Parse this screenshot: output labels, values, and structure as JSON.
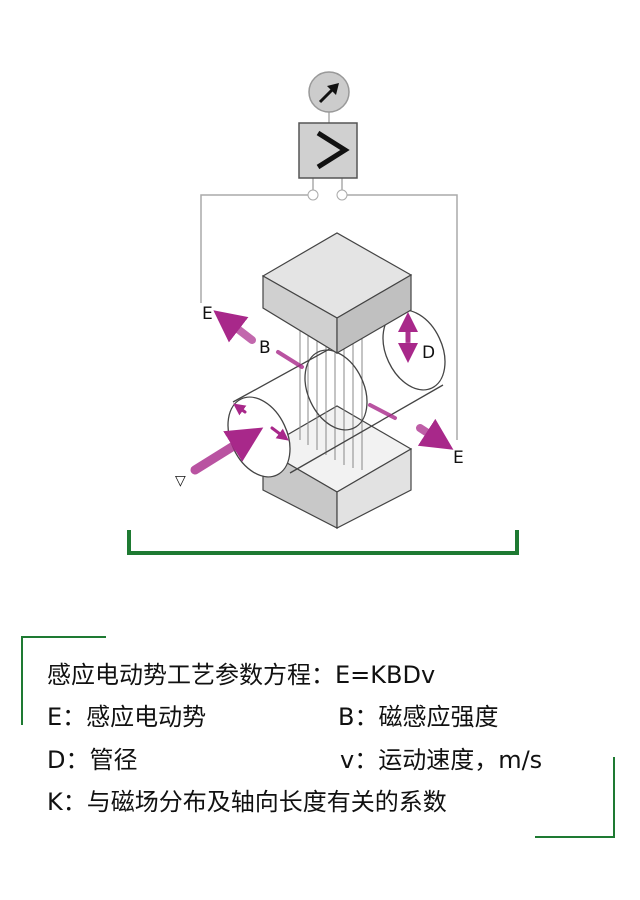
{
  "diagram": {
    "labels": {
      "e_left": "E",
      "b": "B",
      "d": "D",
      "e_right": "E",
      "flow": "▽"
    },
    "colors": {
      "arrow": "#a8288a",
      "bracket": "#1e7a32",
      "box": "#d6d6d6",
      "line": "#555555"
    }
  },
  "text": {
    "equation": "感应电动势工艺参数方程：E=KBDv",
    "e_def": "E：感应电动势",
    "b_def": "B：磁感应强度",
    "d_def": "D：管径",
    "v_def": "v：运动速度，m/s",
    "k_def": "K：与磁场分布及轴向长度有关的系数"
  }
}
